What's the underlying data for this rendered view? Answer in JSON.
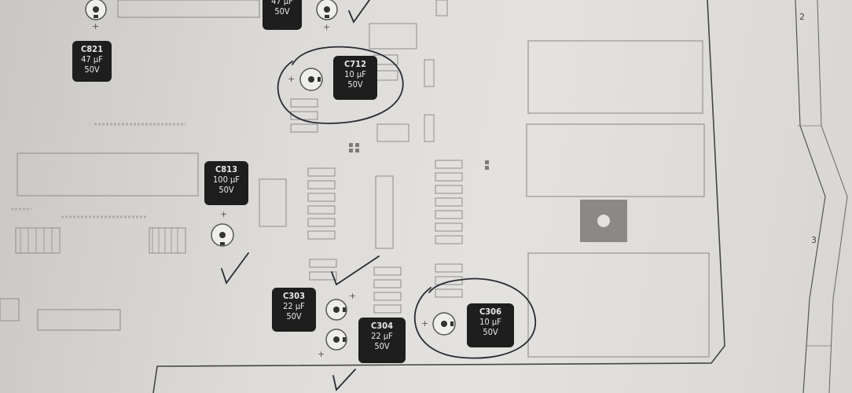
{
  "capacitors": [
    {
      "id": "c821",
      "ref": "C821",
      "value": "47 µF",
      "voltage": "50V"
    },
    {
      "id": "c_top",
      "ref": "",
      "value": "47 µF",
      "voltage": "50V"
    },
    {
      "id": "c712",
      "ref": "C712",
      "value": "10 µF",
      "voltage": "50V"
    },
    {
      "id": "c813",
      "ref": "C813",
      "value": "100 µF",
      "voltage": "50V"
    },
    {
      "id": "c303",
      "ref": "C303",
      "value": "22 µF",
      "voltage": "50V"
    },
    {
      "id": "c304",
      "ref": "C304",
      "value": "22 µF",
      "voltage": "50V"
    },
    {
      "id": "c306",
      "ref": "C306",
      "value": "10 µF",
      "voltage": "50V"
    }
  ],
  "polarity_symbol": "+",
  "margin_marks": [
    "2",
    "3"
  ],
  "colors": {
    "label_bg": "#1e1e1e",
    "label_text": "#e8e8e8",
    "ink": "#2a2a33",
    "pad": "#9a9896"
  }
}
